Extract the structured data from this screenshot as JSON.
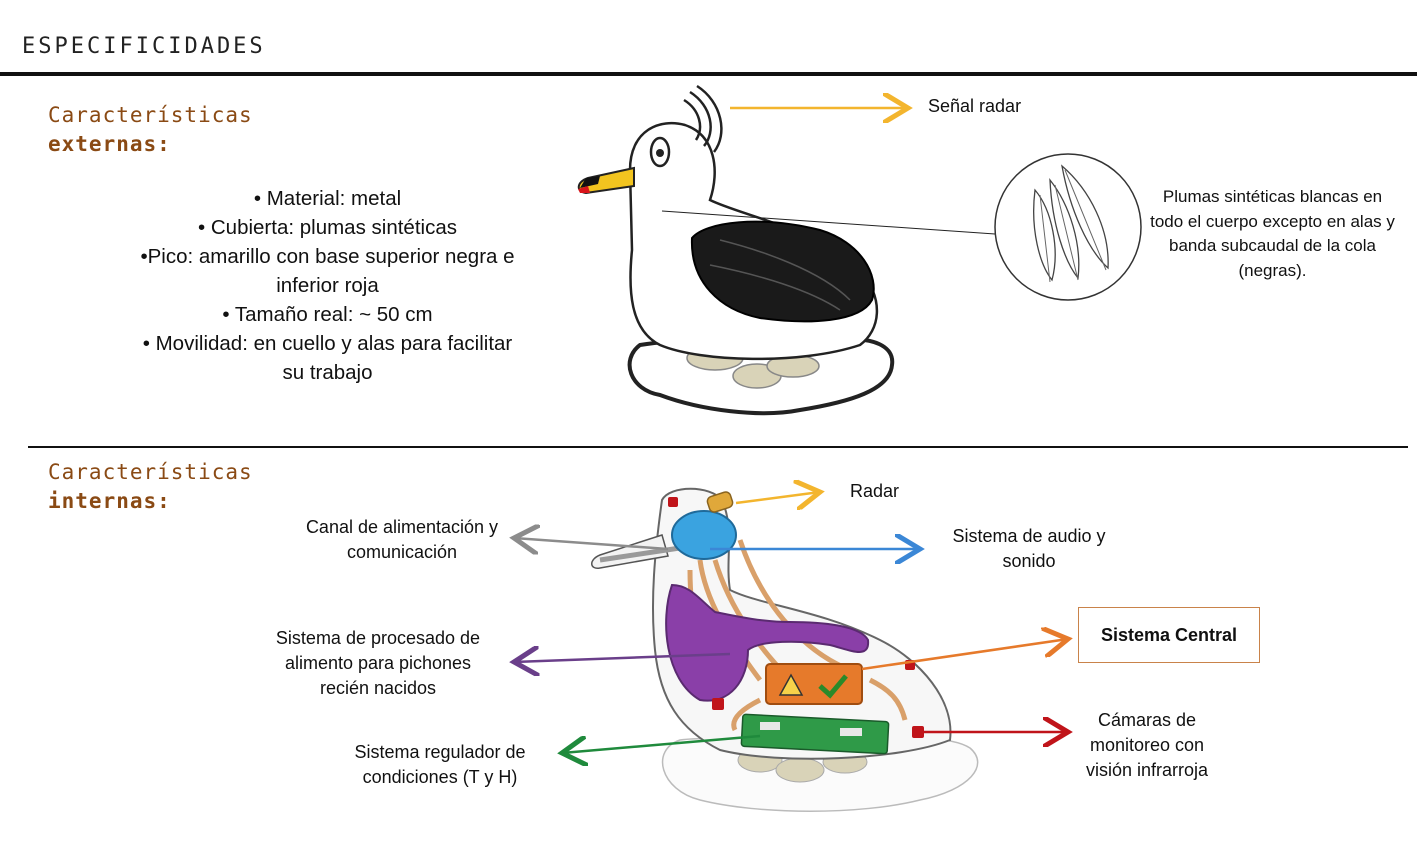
{
  "header": {
    "title": "ESPECIFICIDADES"
  },
  "external": {
    "label_line1": "Características",
    "label_line2": "externas:",
    "items": [
      "• Material: metal",
      "• Cubierta: plumas sintéticas",
      "•Pico: amarillo con base superior negra e",
      "inferior roja",
      "• Tamaño real: ~ 50 cm",
      "• Movilidad: en cuello y alas para facilitar",
      "su trabajo"
    ],
    "radar_label": "Señal radar",
    "feathers_label": "Plumas sintéticas blancas en todo el cuerpo excepto en alas y banda subcaudal de la cola (negras)."
  },
  "internal": {
    "label_line1": "Características",
    "label_line2": "internas:",
    "radar": "Radar",
    "feeding_channel": "Canal de alimentación y comunicación",
    "audio": "Sistema de audio y sonido",
    "food_processing": "Sistema de procesado de alimento para pichones recién nacidos",
    "central": "Sistema Central",
    "regulator": "Sistema regulador de condiciones (T y H)",
    "cameras": "Cámaras de monitoreo con visión infrarroja"
  },
  "colors": {
    "accent_brown": "#8a4a14",
    "arrow_yellow": "#f3b52e",
    "arrow_gray": "#8c8c8c",
    "arrow_blue": "#3b87d6",
    "arrow_purple": "#6a3f8a",
    "arrow_orange": "#e67a2b",
    "arrow_green": "#1f8a3c",
    "arrow_red": "#c0141a"
  }
}
